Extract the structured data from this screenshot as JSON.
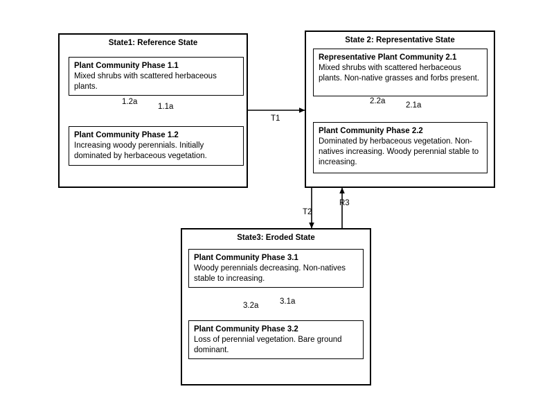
{
  "diagram": {
    "states": [
      {
        "id": "state1",
        "title": "State1: Reference State",
        "phases": [
          {
            "title": "Plant Community Phase 1.1",
            "text": "Mixed shrubs with scattered herbaceous plants."
          },
          {
            "title": "Plant Community Phase 1.2",
            "text": "Increasing woody perennials. Initially dominated by herbaceous vegetation."
          }
        ],
        "internal_labels": {
          "up": "1.2a",
          "down": "1.1a"
        }
      },
      {
        "id": "state2",
        "title": "State 2: Representative State",
        "phases": [
          {
            "title": "Representative Plant Community 2.1",
            "text": "Mixed shrubs with scattered herbaceous plants. Non-native grasses and forbs present."
          },
          {
            "title": "Plant Community Phase 2.2",
            "text": "Dominated by herbaceous vegetation. Non-natives increasing. Woody perennial stable to increasing."
          }
        ],
        "internal_labels": {
          "up": "2.2a",
          "down": "2.1a"
        }
      },
      {
        "id": "state3",
        "title": "State3: Eroded State",
        "phases": [
          {
            "title": "Plant Community Phase 3.1",
            "text": "Woody perennials decreasing. Non-natives stable to increasing."
          },
          {
            "title": "Plant Community Phase 3.2",
            "text": "Loss of perennial vegetation. Bare ground dominant."
          }
        ],
        "internal_labels": {
          "up": "3.2a",
          "down": "3.1a"
        }
      }
    ],
    "transitions": [
      {
        "id": "t1",
        "label": "T1"
      },
      {
        "id": "t2",
        "label": "T2"
      },
      {
        "id": "r3",
        "label": "R3"
      }
    ]
  }
}
